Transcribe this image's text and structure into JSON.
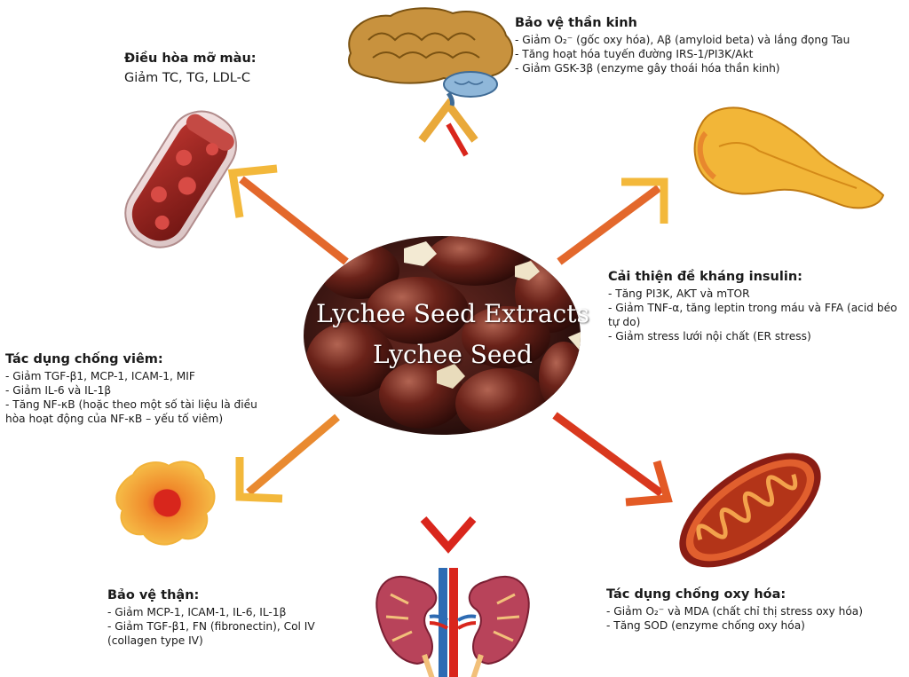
{
  "center": {
    "line1": "Lychee Seed Extracts",
    "line2": "Lychee Seed"
  },
  "colors": {
    "arrow_light": "#f3c33b",
    "arrow_dark": "#d9261c",
    "text": "#1a1a1a"
  },
  "icons": [
    "brain-icon",
    "pancreas-icon",
    "mitochondria-icon",
    "kidney-icon",
    "inflamed-cell-icon",
    "blood-vessel-icon",
    "lychee-seeds-photo"
  ],
  "blocks": {
    "blood": {
      "title": "Điều hòa mỡ màu:",
      "items": [
        "Giảm TC, TG, LDL-C"
      ]
    },
    "brain": {
      "title": "Bảo vệ thần kinh",
      "items": [
        "- Giảm O₂⁻ (gốc oxy hóa), Aβ (amyloid beta) và lắng đọng Tau",
        "- Tăng hoạt hóa tuyến đường IRS-1/PI3K/Akt",
        "- Giảm GSK-3β (enzyme gây thoái hóa thần kinh)"
      ]
    },
    "insulin": {
      "title": "Cải thiện đề kháng insulin:",
      "items": [
        "- Tăng PI3K, AKT và mTOR",
        "- Giảm TNF-α, tăng leptin trong máu và FFA (acid béo tự do)",
        "- Giảm stress lưới nội chất (ER stress)"
      ]
    },
    "inflam": {
      "title": "Tác dụng chống viêm:",
      "items": [
        "- Giảm TGF-β1, MCP-1, ICAM-1, MIF",
        "- Giảm IL-6 và IL-1β",
        "- Tăng NF-κB (hoặc theo một số tài liệu là điều hòa hoạt động của NF-κB – yếu tố viêm)"
      ]
    },
    "kidney": {
      "title": "Bảo vệ thận:",
      "items": [
        "- Giảm MCP-1, ICAM-1, IL-6, IL-1β",
        "- Giảm TGF-β1, FN (fibronectin), Col IV (collagen type IV)"
      ]
    },
    "antiox": {
      "title": "Tác dụng chống oxy hóa:",
      "items": [
        "- Giảm O₂⁻ và MDA (chất chỉ thị stress oxy hóa)",
        "- Tăng SOD (enzyme chống oxy hóa)"
      ]
    }
  }
}
